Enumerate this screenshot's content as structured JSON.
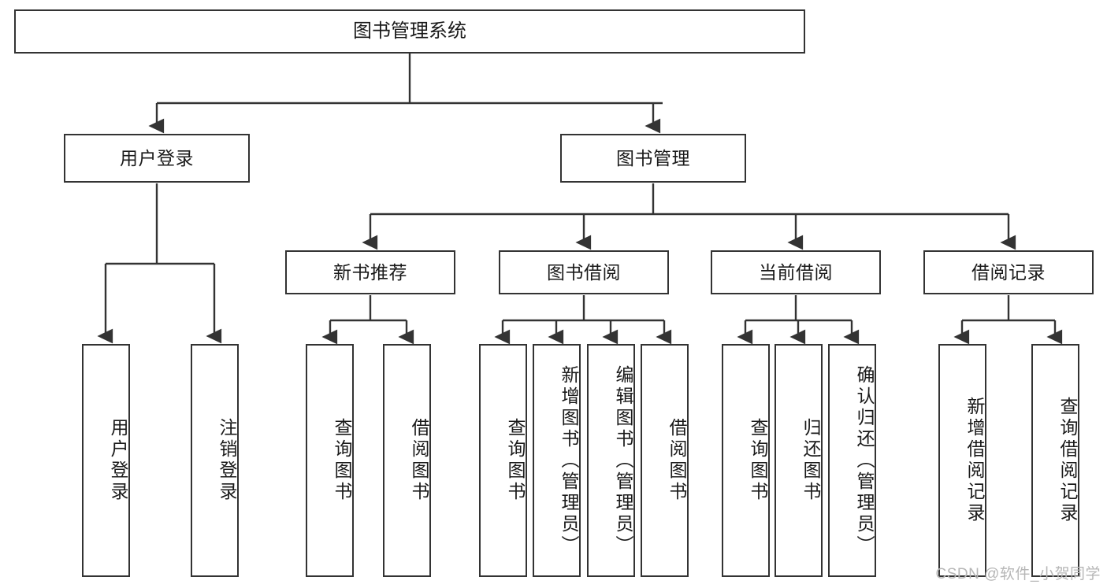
{
  "diagram": {
    "title": "图书管理系统",
    "type": "hierarchy-tree",
    "watermark": "CSDN @软件_小贺同学",
    "colors": {
      "stroke": "#333333",
      "fill": "#ffffff",
      "text": "#1a1a1a",
      "watermark": "#b6b6b6"
    },
    "root": {
      "label": "图书管理系统"
    },
    "level2": [
      {
        "label": "用户登录"
      },
      {
        "label": "图书管理"
      }
    ],
    "level3": [
      {
        "label": "新书推荐"
      },
      {
        "label": "图书借阅"
      },
      {
        "label": "当前借阅"
      },
      {
        "label": "借阅记录"
      }
    ],
    "leaves": {
      "user_login": [
        {
          "label": "用户登录"
        },
        {
          "label": "注销登录"
        }
      ],
      "new_book": [
        {
          "label": "查询图书"
        },
        {
          "label": "借阅图书"
        }
      ],
      "book_borrow": [
        {
          "label": "查询图书"
        },
        {
          "label": "新增图书（管理员）"
        },
        {
          "label": "编辑图书（管理员）"
        },
        {
          "label": "借阅图书"
        }
      ],
      "current_borrow": [
        {
          "label": "查询图书"
        },
        {
          "label": "归还图书"
        },
        {
          "label": "确认归还（管理员）"
        }
      ],
      "borrow_record": [
        {
          "label": "新增借阅记录"
        },
        {
          "label": "查询借阅记录"
        }
      ]
    }
  }
}
